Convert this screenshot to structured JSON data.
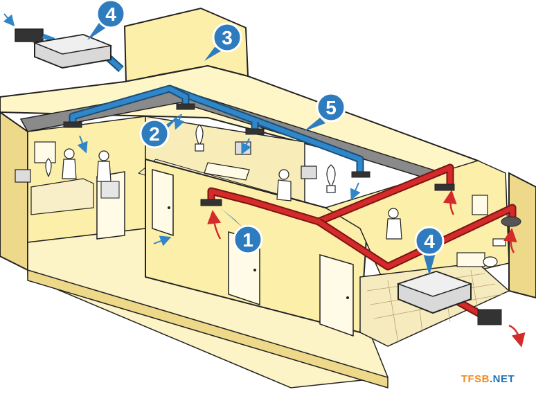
{
  "colors": {
    "wall": "#FCEFA9",
    "wall_dark": "#EED98A",
    "floor": "#F7E7A0",
    "ceiling": "#FFF6C8",
    "outline": "#222222",
    "supply_duct": "#2F86C8",
    "extract_duct": "#D42A2A",
    "unit": "#D9D9D9",
    "callout": "#2E7BBE",
    "soffit": "#8A8A8A",
    "watermark_orange": "#F08A1C",
    "watermark_blue": "#1E73B8"
  },
  "callouts": [
    {
      "id": "1",
      "label": "1"
    },
    {
      "id": "2",
      "label": "2"
    },
    {
      "id": "3",
      "label": "3"
    },
    {
      "id": "4a",
      "label": "4"
    },
    {
      "id": "4b",
      "label": "4"
    },
    {
      "id": "5",
      "label": "5"
    }
  ],
  "watermark": {
    "part1": "TFSB",
    "part2": ".NET"
  }
}
